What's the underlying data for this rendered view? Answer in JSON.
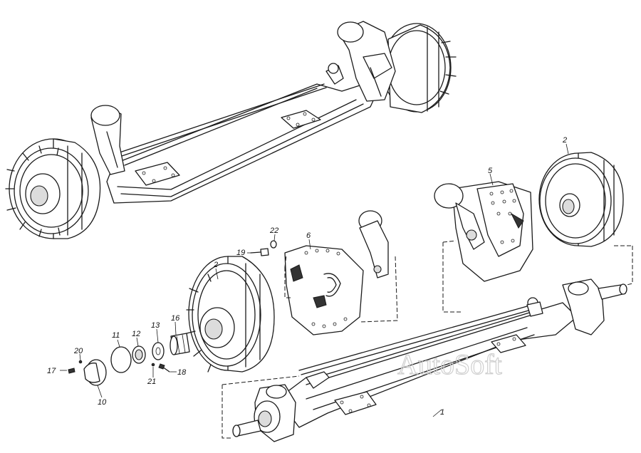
{
  "watermark": "AutoSoft",
  "callouts": [
    {
      "id": "c1",
      "text": "1"
    },
    {
      "id": "c2a",
      "text": "2"
    },
    {
      "id": "c2b",
      "text": "2"
    },
    {
      "id": "c5",
      "text": "5"
    },
    {
      "id": "c6",
      "text": "6"
    },
    {
      "id": "c10",
      "text": "10"
    },
    {
      "id": "c11",
      "text": "11"
    },
    {
      "id": "c12",
      "text": "12"
    },
    {
      "id": "c13",
      "text": "13"
    },
    {
      "id": "c16",
      "text": "16"
    },
    {
      "id": "c17",
      "text": "17"
    },
    {
      "id": "c18",
      "text": "18"
    },
    {
      "id": "c19",
      "text": "19"
    },
    {
      "id": "c20",
      "text": "20"
    },
    {
      "id": "c21",
      "text": "21"
    },
    {
      "id": "c22",
      "text": "22"
    }
  ]
}
